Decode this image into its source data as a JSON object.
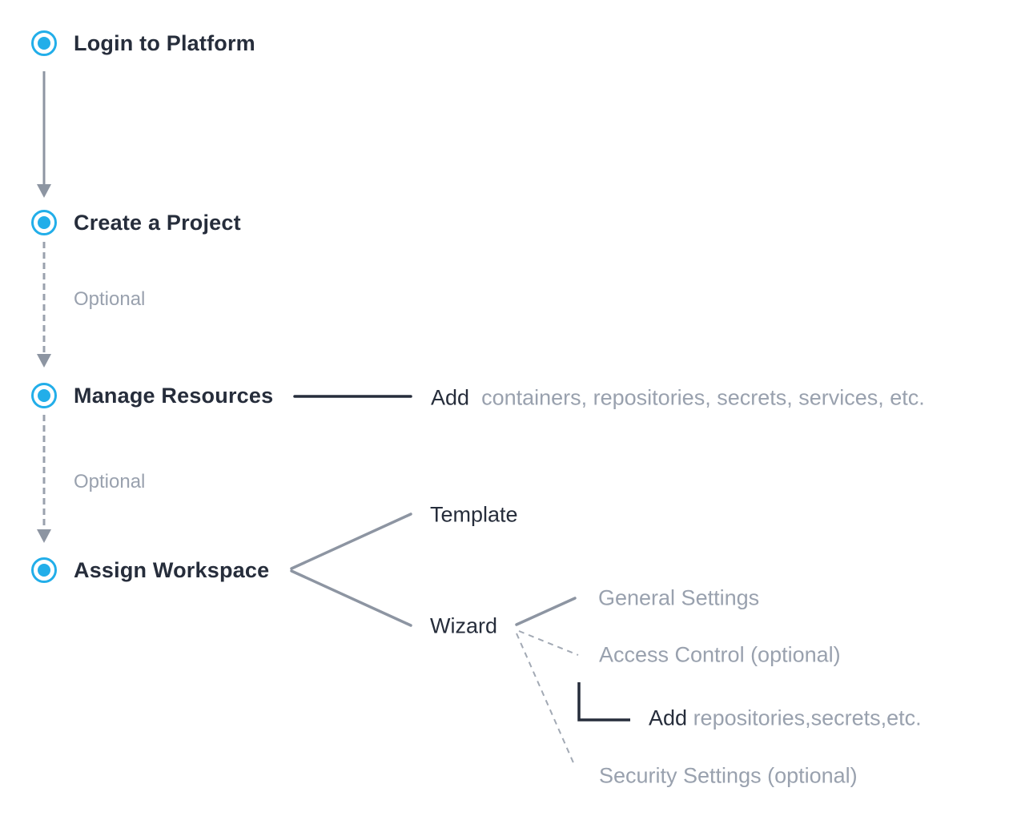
{
  "diagram": {
    "steps": [
      {
        "id": "login",
        "label": "Login to Platform"
      },
      {
        "id": "create-project",
        "label": "Create a Project"
      },
      {
        "id": "manage-resources",
        "label": "Manage Resources"
      },
      {
        "id": "assign-workspace",
        "label": "Assign Workspace"
      }
    ],
    "edges": {
      "create_to_manage_label": "Optional",
      "manage_to_assign_label": "Optional"
    },
    "manage_resources_note": {
      "action": "Add",
      "items": "containers, repositories, secrets, services, etc."
    },
    "assign_workspace_options": [
      {
        "id": "template",
        "label": "Template"
      },
      {
        "id": "wizard",
        "label": "Wizard"
      }
    ],
    "wizard_steps": [
      {
        "id": "general-settings",
        "label": "General Settings"
      },
      {
        "id": "access-control",
        "label": "Access Control (optional)"
      },
      {
        "id": "security-settings",
        "label": "Security Settings (optional)"
      }
    ],
    "access_control_note": {
      "action": "Add",
      "items": "repositories,secrets,etc."
    },
    "colors": {
      "accent_blue": "#22aee9",
      "text_dark": "#262d3b",
      "text_gray": "#99a1ae",
      "line_gray": "#8d95a2"
    }
  }
}
